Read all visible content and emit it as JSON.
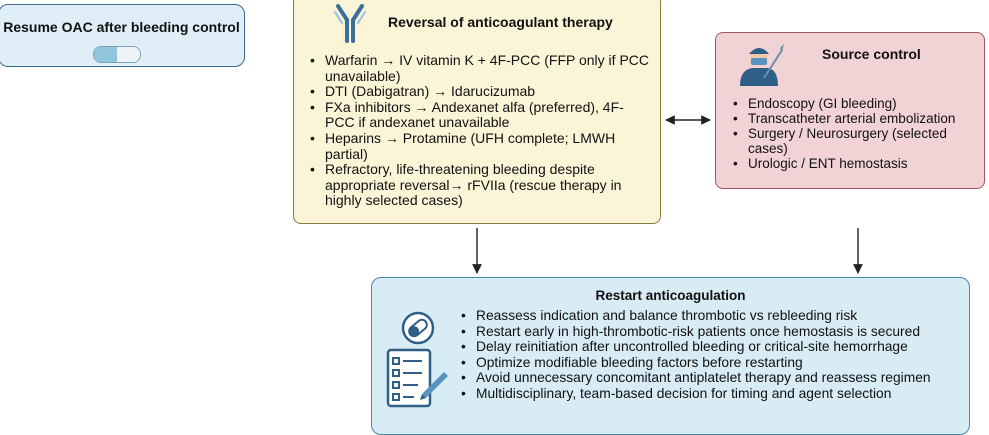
{
  "resume": {
    "title": "Resume OAC after bleeding control",
    "icon": "capsule-icon"
  },
  "reversal": {
    "title": "Reversal of anticoagulant therapy",
    "icon": "antibody-icon",
    "items": [
      "Warfarin → IV vitamin K + 4F-PCC (FFP only if PCC unavailable)",
      "DTI (Dabigatran) → Idarucizumab",
      "FXa inhibitors →  Andexanet alfa (preferred), 4F-PCC if andexanet unavailable",
      "Heparins → Protamine (UFH complete; LMWH partial)",
      "Refractory, life-threatening bleeding despite appropriate reversal→ rFVIIa (rescue therapy in highly selected cases)"
    ]
  },
  "source": {
    "title": "Source control",
    "icon": "surgeon-icon",
    "items": [
      "Endoscopy (GI bleeding)",
      "Transcatheter arterial embolization",
      "Surgery / Neurosurgery (selected cases)",
      "Urologic / ENT hemostasis"
    ]
  },
  "restart": {
    "title": "Restart anticoagulation",
    "icon": "checklist-pill-icon",
    "items": [
      "Reassess indication and balance thrombotic vs rebleeding risk",
      "Restart early in high-thrombotic-risk patients once hemostasis is secured",
      "Delay reinitiation after uncontrolled bleeding or critical-site hemorrhage",
      "Optimize modifiable bleeding factors before restarting",
      " Avoid unnecessary concomitant antiplatelet therapy and reassess regimen",
      "Multidisciplinary, team-based decision for timing and agent selection"
    ]
  },
  "colors": {
    "resume_fill": "#dfeef7",
    "reversal_fill": "#fbf5d8",
    "source_fill": "#f2d3d5",
    "restart_fill": "#d7ecf5"
  }
}
